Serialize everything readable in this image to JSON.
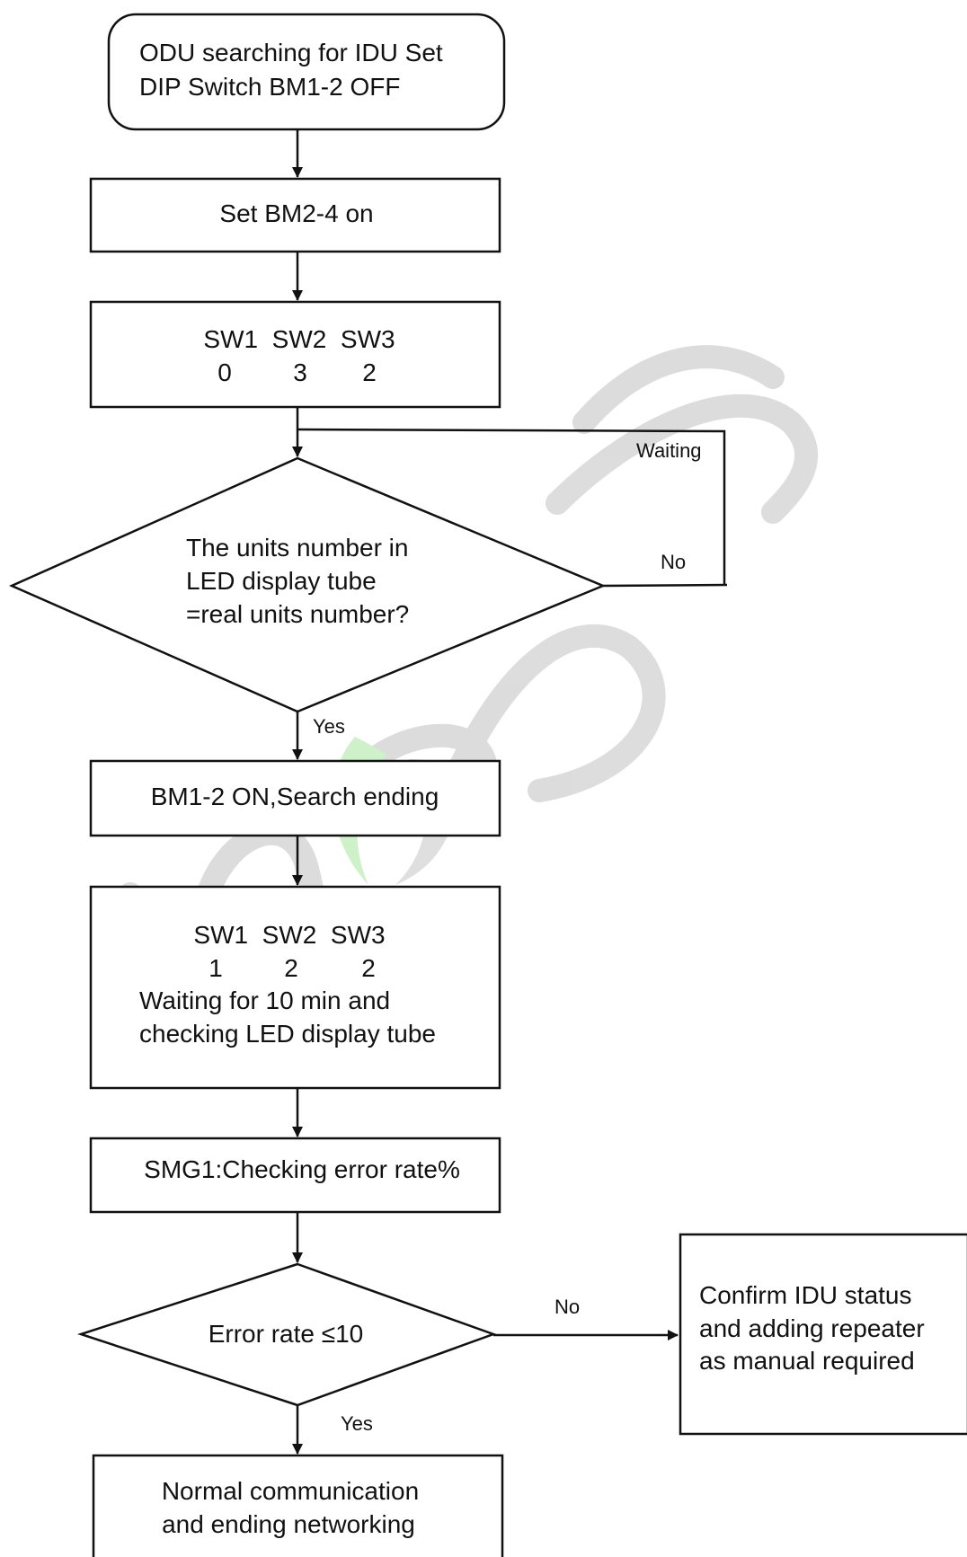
{
  "nodes": {
    "start": {
      "lines": [
        "ODU searching for IDU Set",
        "DIP Switch BM1-2 OFF"
      ]
    },
    "set_bm2": {
      "lines": [
        "Set BM2-4 on"
      ]
    },
    "sw_header_1": {
      "lines": [
        "SW1  SW2  SW3"
      ],
      "values": [
        "0",
        "3",
        "2"
      ]
    },
    "check_units": {
      "lines": [
        "The units number in",
        "LED display tube",
        "=real units number?"
      ]
    },
    "search_end": {
      "lines": [
        "BM1-2 ON,Search ending"
      ]
    },
    "sw_header_2": {
      "lines": [
        "SW1  SW2  SW3"
      ],
      "values": [
        "1",
        "2",
        "2"
      ],
      "extra": [
        "Waiting for 10 min and",
        "checking LED display tube"
      ]
    },
    "smg1": {
      "lines": [
        "SMG1:Checking error rate%"
      ]
    },
    "error_rate": {
      "lines": [
        "Error rate ≤10"
      ]
    },
    "confirm_idu": {
      "lines": [
        "Confirm IDU status",
        "and adding repeater",
        "as manual required"
      ]
    },
    "normal_end": {
      "lines": [
        "Normal communication",
        "and ending networking"
      ]
    }
  },
  "edge_labels": {
    "waiting": "Waiting",
    "no_units": "No",
    "yes_units": "Yes",
    "no_error": "No",
    "yes_error": "Yes"
  }
}
